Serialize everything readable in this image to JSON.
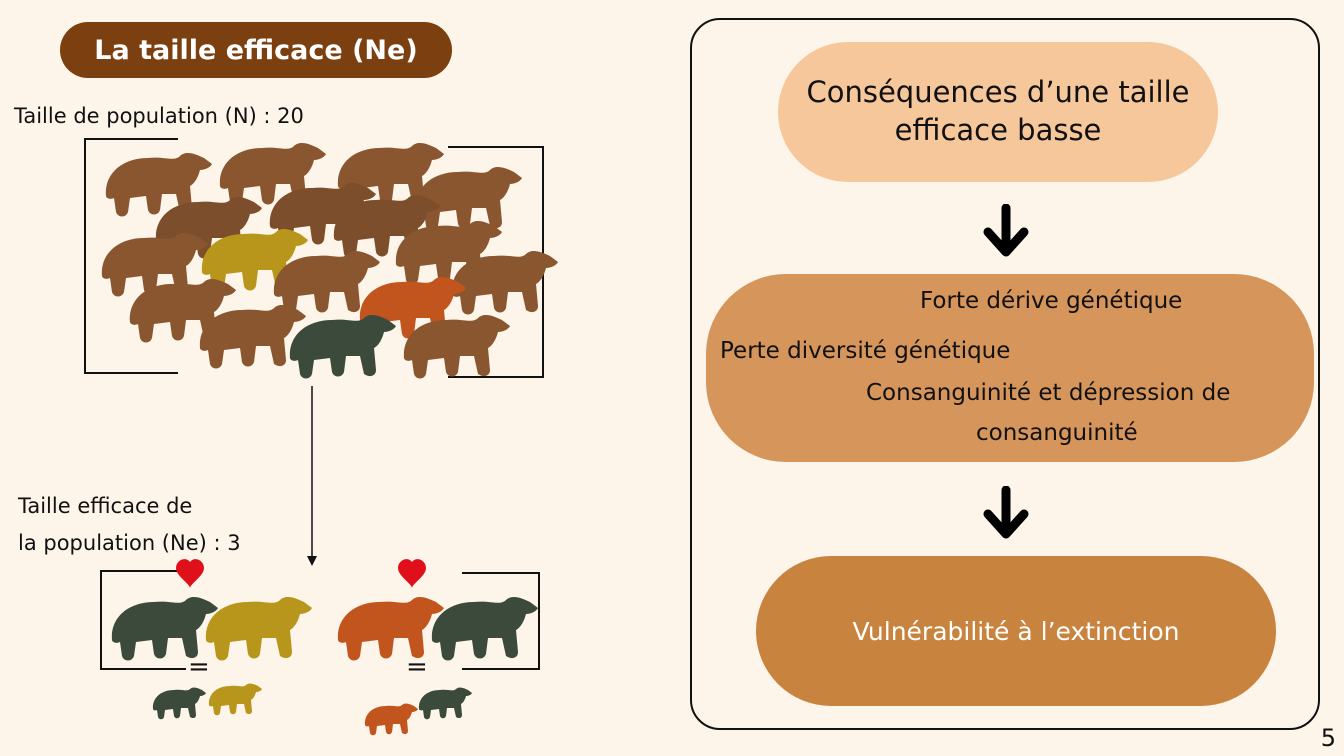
{
  "title": "La taille efficace (Ne)",
  "population_label": "Taille de population (N) : 20",
  "effective_label_line1": "Taille efficace de",
  "effective_label_line2": "la population (Ne) : 3",
  "equals": "=",
  "consequences": {
    "box1_line1": "Conséquences d’une taille",
    "box1_line2": "efficace basse",
    "box2_item1": "Forte dérive génétique",
    "box2_item2": "Perte diversité génétique",
    "box2_item3_line1": "Consanguinité et dépression de",
    "box2_item3_line2": "consanguinité",
    "box3": "Vulnérabilité à l’extinction"
  },
  "page_number": "5",
  "colors": {
    "title_bg": "#7b3f10",
    "box1": "#f5c79b",
    "box2": "#d6955a",
    "box3": "#c8843f",
    "bear_brown": "#8a5630",
    "bear_yellow": "#b8961c",
    "bear_orange": "#c2551d",
    "bear_dark": "#3c4a3c",
    "heart": "#e0101a"
  }
}
